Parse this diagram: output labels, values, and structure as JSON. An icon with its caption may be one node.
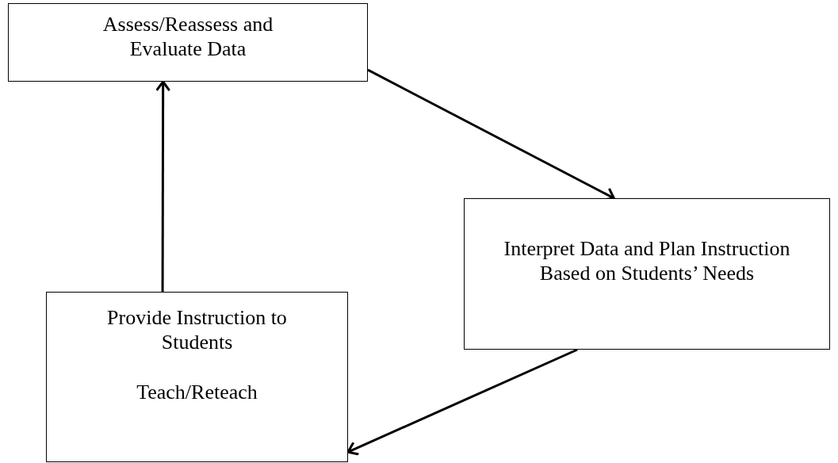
{
  "diagram": {
    "nodes": [
      {
        "text": [
          "Assess/Reassess and Evaluate Data"
        ]
      },
      {
        "text": [
          "Interpret Data and Plan Instruction Based on Students’ Needs"
        ]
      },
      {
        "text": [
          "Provide Instruction to Students",
          "Teach/Reteach"
        ]
      }
    ],
    "edges": [
      {
        "from": 0,
        "to": 1,
        "arrow": "to"
      },
      {
        "from": 1,
        "to": 2,
        "arrow": "to"
      },
      {
        "from": 2,
        "to": 0,
        "arrow": "to"
      }
    ]
  }
}
